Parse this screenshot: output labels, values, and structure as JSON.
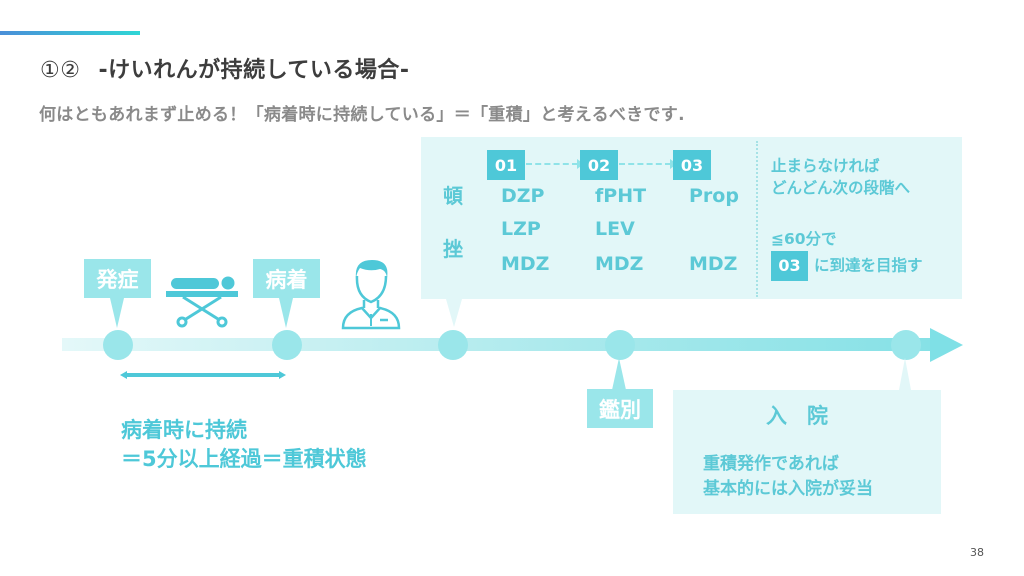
{
  "header": {
    "number": "①②",
    "title": "-けいれんが持続している場合-",
    "subtitle": "何はともあれまず止める！「病着時に持続している」＝「重積」と考えるべきです."
  },
  "treatment": {
    "label_top": "頓",
    "label_bottom": "挫",
    "steps": [
      {
        "id": "01",
        "drugs": [
          "DZP",
          "LZP",
          "MDZ"
        ]
      },
      {
        "id": "02",
        "drugs": [
          "fPHT",
          "LEV",
          "MDZ"
        ]
      },
      {
        "id": "03",
        "drugs": [
          "Prop",
          "",
          "MDZ"
        ]
      }
    ],
    "note_line1": "止まらなければ",
    "note_line2": "どんどん次の段階へ",
    "note_line3": "≦60分で",
    "note_box": "03",
    "note_line4": "に到達を目指す"
  },
  "timeline": {
    "onset_label": "発症",
    "arrival_label": "病着",
    "differential_label": "鑑別",
    "icons": [
      "stretcher-icon",
      "doctor-icon"
    ]
  },
  "duration": {
    "line1": "病着時に持続",
    "line2": "＝5分以上経過＝重積状態"
  },
  "admission": {
    "title": "入院",
    "line1": "重積発作であれば",
    "line2": "基本的には入院が妥当"
  },
  "footer": {
    "page_number": "38"
  },
  "colors": {
    "accent": "#4ec8d8",
    "light": "#9ae6ea",
    "panel": "#e2f7f8",
    "title": "#3d3d3d",
    "subtitle": "#8a8a8a"
  }
}
